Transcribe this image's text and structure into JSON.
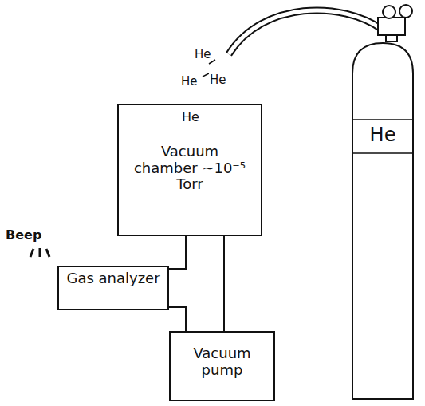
{
  "diagram": {
    "nodes": [
      {
        "text": [
          "He",
          "Vacuum chamber ~10⁻⁵ Torr"
        ]
      },
      {
        "text": [
          "Gas analyzer"
        ]
      },
      {
        "text": [
          "Vacuum pump"
        ]
      },
      {
        "text": [
          "He"
        ]
      }
    ],
    "edges": [
      {
        "from": 0,
        "to": 2,
        "arrow": "none"
      },
      {
        "from": 1,
        "to": 0,
        "arrow": "none"
      }
    ],
    "labels": [
      "He",
      "He",
      "He",
      "Beep"
    ]
  }
}
